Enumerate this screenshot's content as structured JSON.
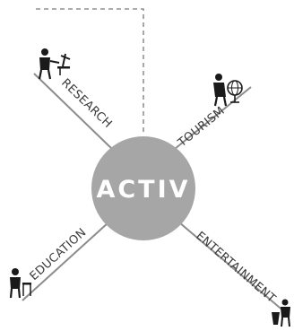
{
  "center": {
    "label": "ACTIV",
    "fill": "#a6a6a6",
    "text_color": "#ffffff"
  },
  "branches": {
    "research": {
      "label": "RESEARCH",
      "icon": "researcher-at-microscope-icon"
    },
    "tourism": {
      "label": "TOURISM",
      "icon": "tourist-with-globe-icon"
    },
    "education": {
      "label": "EDUCATION",
      "icon": "student-at-desk-icon"
    },
    "entertainment": {
      "label": "ENTERTAINMENT",
      "icon": "person-at-lectern-icon"
    }
  },
  "colors": {
    "line": "#8c8c8c",
    "icon": "#1a1a1a",
    "label": "#3a3a3a",
    "dashed": "#7a7a7a"
  }
}
